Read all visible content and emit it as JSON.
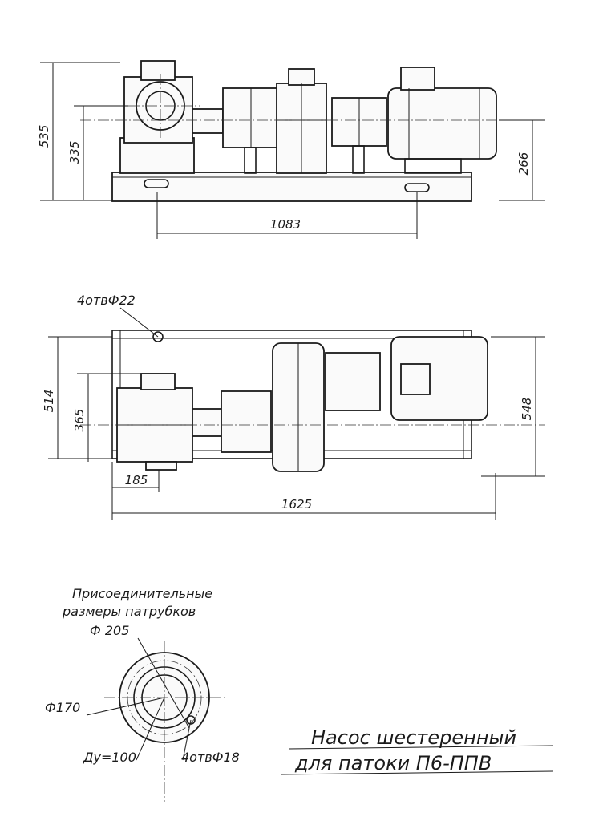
{
  "drawing": {
    "side_view": {
      "dim_total_height": "535",
      "dim_axis_height": "335",
      "dim_motor_axis": "266",
      "dim_hole_spacing": "1083"
    },
    "plan_view": {
      "holes_label": "4отвФ22",
      "dim_width": "514",
      "dim_pump_width": "365",
      "dim_overall_width": "548",
      "dim_pump_offset": "185",
      "dim_overall_length": "1625"
    },
    "flange": {
      "caption_line1": "Присоединительные",
      "caption_line2": "размеры патрубков",
      "dim_outer": "Ф 205",
      "dim_bolt_circle": "Ф170",
      "dim_nominal": "Ду=100",
      "dim_holes": "4отвФ18"
    },
    "title_block": {
      "line1": "Насос шестеренный",
      "line2": "для патоки П6-ППВ"
    }
  }
}
